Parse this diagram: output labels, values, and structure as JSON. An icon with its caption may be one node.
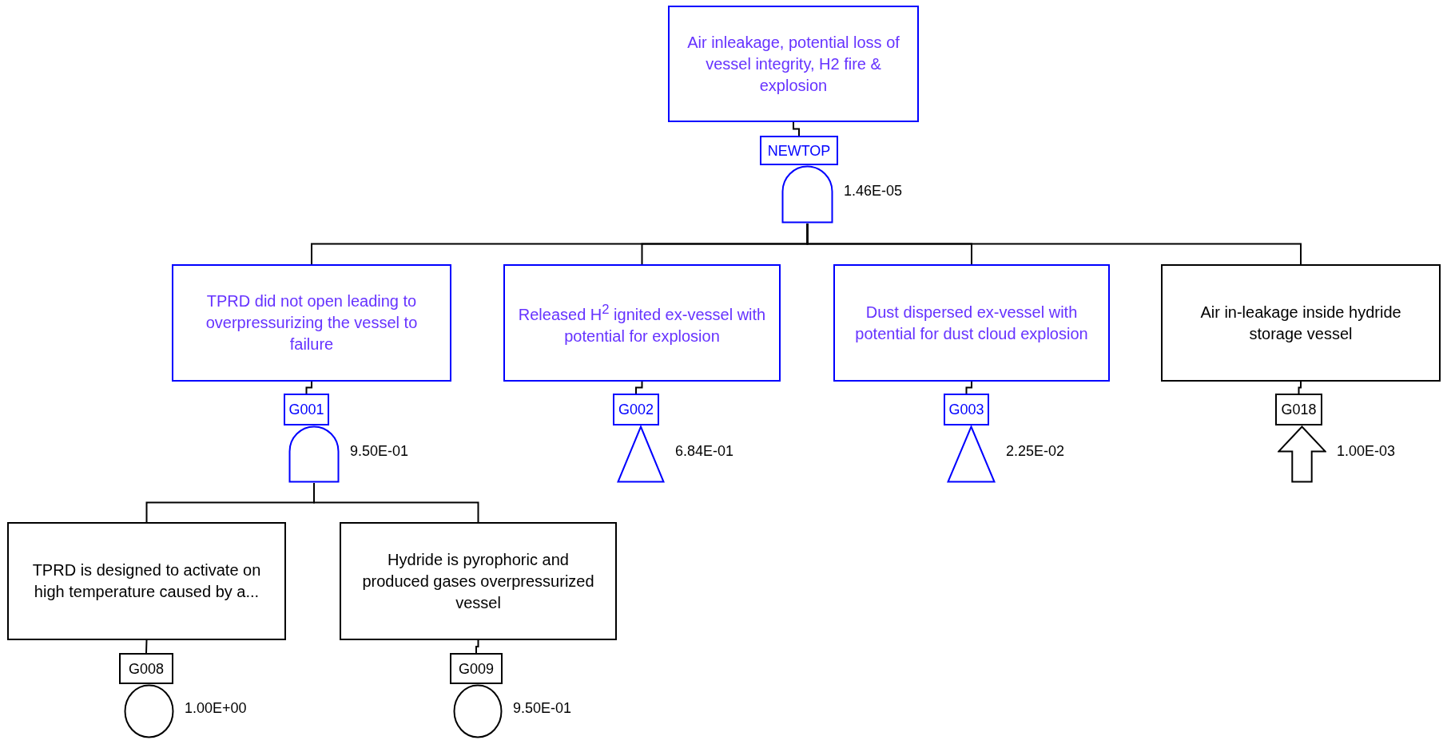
{
  "diagram": {
    "nodes": [
      {
        "text": [
          "Air inleakage, potential loss of vessel integrity, H2 fire & explosion"
        ]
      },
      {
        "text": [
          "NEWTOP"
        ]
      },
      {
        "text": [],
        "shape": "gate",
        "beside": [
          "1.46E-05"
        ]
      },
      {
        "text": [
          "TPRD did not open leading to overpressurizing the vessel to failure"
        ]
      },
      {
        "text": [
          "G001"
        ]
      },
      {
        "text": [],
        "shape": "gate",
        "beside": [
          "9.50E-01"
        ]
      },
      {
        "text": [
          "Released H$^{2}$ ignited ex-vessel with potential for explosion"
        ]
      },
      {
        "text": [
          "G002"
        ]
      },
      {
        "text": [],
        "shape": "triangle",
        "beside": [
          "6.84E-01"
        ]
      },
      {
        "text": [
          "Dust dispersed ex-vessel with potential for dust cloud explosion"
        ]
      },
      {
        "text": [
          "G003"
        ]
      },
      {
        "text": [],
        "shape": "triangle",
        "beside": [
          "2.25E-02"
        ]
      },
      {
        "text": [
          "Air in-leakage inside hydride storage vessel"
        ]
      },
      {
        "text": [
          "G018"
        ]
      },
      {
        "text": [],
        "shape": "arrow",
        "beside": [
          "1.00E-03"
        ]
      },
      {
        "text": [
          "TPRD is designed to activate on high temperature caused by a..."
        ]
      },
      {
        "text": [
          "G008"
        ]
      },
      {
        "text": [],
        "shape": "circle",
        "beside": [
          "1.00E+00"
        ]
      },
      {
        "text": [
          "Hydride is pyrophoric and produced gases overpressurized vessel"
        ]
      },
      {
        "text": [
          "G009"
        ]
      },
      {
        "text": [],
        "shape": "circle",
        "beside": [
          "9.50E-01"
        ]
      }
    ],
    "edges": [
      {
        "from": 0,
        "to": 1,
        "arrow": "none"
      },
      {
        "from": 2,
        "to": 3,
        "arrow": "none"
      },
      {
        "from": 2,
        "to": 6,
        "arrow": "none"
      },
      {
        "from": 2,
        "to": 9,
        "arrow": "none"
      },
      {
        "from": 2,
        "to": 12,
        "arrow": "none"
      },
      {
        "from": 3,
        "to": 4,
        "arrow": "none"
      },
      {
        "from": 6,
        "to": 7,
        "arrow": "none"
      },
      {
        "from": 9,
        "to": 10,
        "arrow": "none"
      },
      {
        "from": 12,
        "to": 13,
        "arrow": "none"
      },
      {
        "from": 5,
        "to": 15,
        "arrow": "none"
      },
      {
        "from": 5,
        "to": 18,
        "arrow": "none"
      },
      {
        "from": 15,
        "to": 16,
        "arrow": "none"
      },
      {
        "from": 18,
        "to": 19,
        "arrow": "none"
      }
    ]
  }
}
